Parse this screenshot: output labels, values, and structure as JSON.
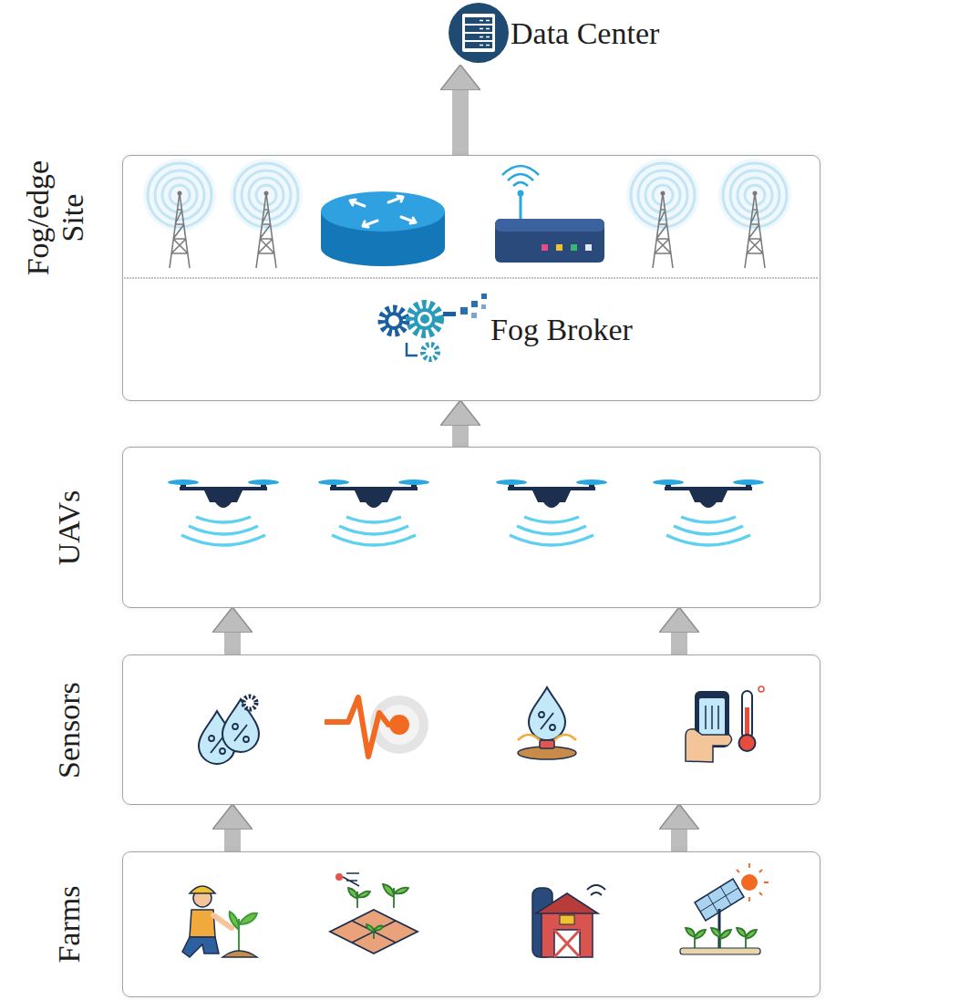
{
  "diagram": {
    "nodes": [
      {
        "text": [
          "Data Center"
        ]
      },
      {
        "text": [
          "Fog/edge Site",
          "Fog Broker"
        ]
      },
      {
        "text": [
          "UAVs"
        ]
      },
      {
        "text": [
          "Sensors"
        ]
      },
      {
        "text": [
          "Farms"
        ]
      }
    ],
    "edges": [
      {
        "from": 1,
        "to": 0,
        "arrow": "to"
      },
      {
        "from": 2,
        "to": 1,
        "arrow": "to"
      },
      {
        "from": 3,
        "to": 2,
        "arrow": "to"
      },
      {
        "from": 3,
        "to": 2,
        "arrow": "to"
      },
      {
        "from": 4,
        "to": 3,
        "arrow": "to"
      },
      {
        "from": 4,
        "to": 3,
        "arrow": "to"
      }
    ]
  }
}
